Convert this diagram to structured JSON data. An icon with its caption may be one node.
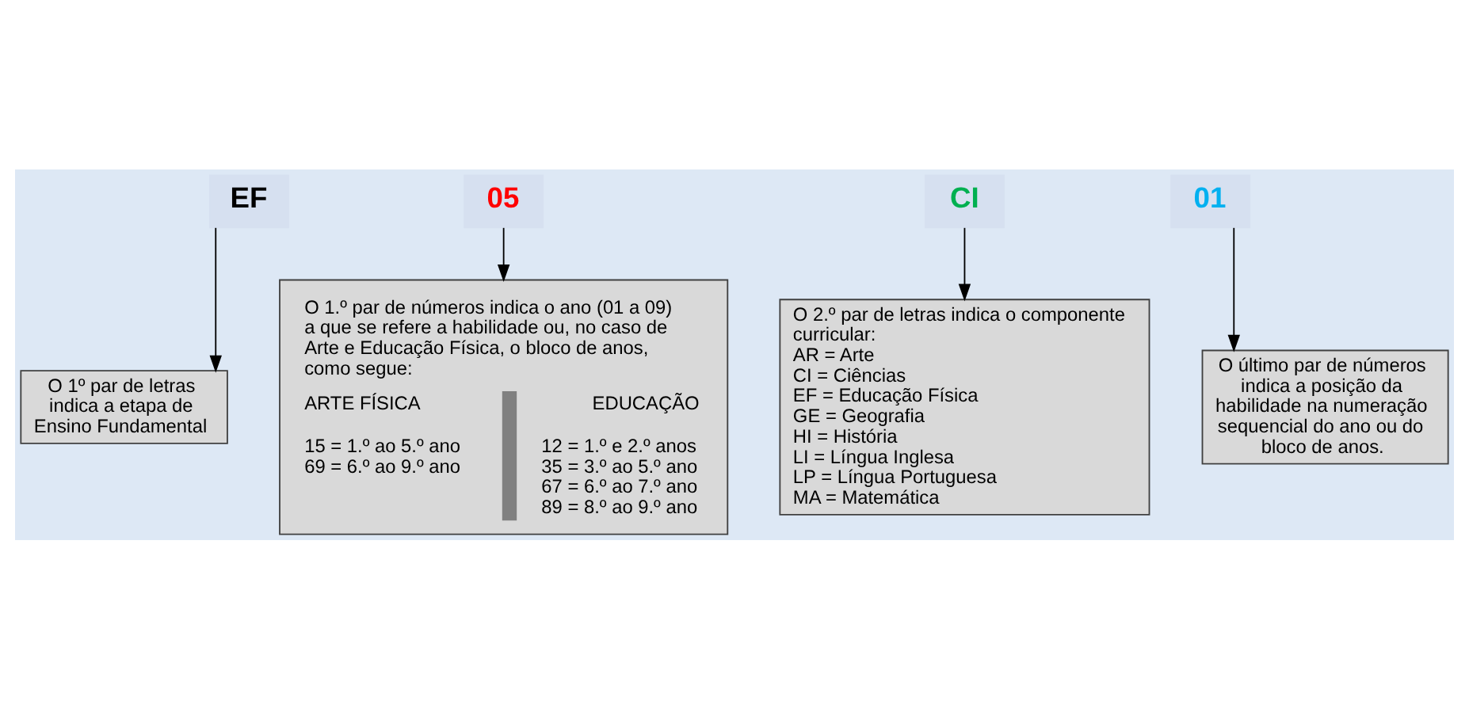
{
  "diagram": {
    "nodes": [
      {
        "text": [
          "EF"
        ]
      },
      {
        "text": [
          "05"
        ]
      },
      {
        "text": [
          "CI"
        ]
      },
      {
        "text": [
          "01"
        ]
      },
      {
        "text": [
          "O 1º par de letras indica a etapa de Ensino Fundamental"
        ]
      },
      {
        "text": [
          "O último par de números indica a posição da habilidade na numeração sequencial do ano ou do bloco de anos."
        ]
      },
      {
        "text": [
          "O 1.º par de números indica o ano (01 a 09) a que se refere a habilidade ou, no caso de Arte e Educação Física, o bloco de anos, como segue:",
          "ARTE FÍSICA",
          "EDUCAÇÃO",
          "15 = 1.º ao 5.º ano",
          "69 = 6.º ao 9.º ano",
          "12 = 1.º e 2.º anos",
          "35 = 3.º ao 5.º ano",
          "67 = 6.º ao 7.º ano",
          "89 = 8.º ao 9.º ano"
        ]
      },
      {
        "text": [
          "O 2.º par de letras indica o componente curricular:",
          "AR = Arte",
          "CI = Ciências",
          "EF = Educação Física",
          "GE = Geografia",
          "HI = História",
          "LI = Língua Inglesa",
          "LP = Língua Portuguesa",
          "MA = Matemática"
        ]
      }
    ],
    "edges": [
      {
        "from": 0,
        "to": 4,
        "arrow": "to"
      },
      {
        "from": 1,
        "to": 6,
        "arrow": "to"
      },
      {
        "from": 2,
        "to": 7,
        "arrow": "to"
      },
      {
        "from": 3,
        "to": 5,
        "arrow": "to"
      }
    ]
  }
}
